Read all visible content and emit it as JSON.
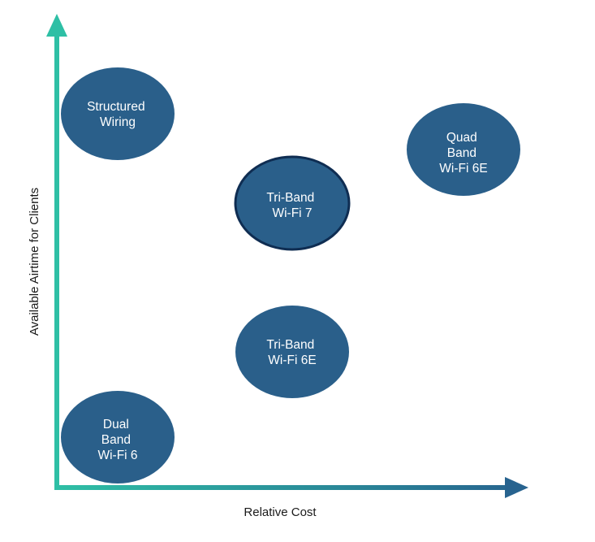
{
  "diagram": {
    "type": "positioning-matrix",
    "x_axis": {
      "label": "Relative Cost",
      "direction": "increasing-right"
    },
    "y_axis": {
      "label": "Available Airtime for Clients",
      "direction": "increasing-up"
    },
    "colors": {
      "node_fill": "#2A5F8A",
      "node_highlight_border": "#0F2D52",
      "node_text": "#FFFFFF",
      "axis_teal": "#2EBFA5",
      "axis_blue": "#27638F",
      "label_text": "#1A1A1A"
    },
    "nodes": [
      {
        "id": "structured-wiring",
        "lines": [
          "Structured",
          "Wiring"
        ],
        "relative_cost": "low",
        "airtime": "high",
        "highlighted": false
      },
      {
        "id": "quad-band-wifi-6e",
        "lines": [
          "Quad",
          "Band",
          "Wi-Fi 6E"
        ],
        "relative_cost": "high",
        "airtime": "high",
        "highlighted": false
      },
      {
        "id": "tri-band-wifi-7",
        "lines": [
          "Tri-Band",
          "Wi-Fi 7"
        ],
        "relative_cost": "medium",
        "airtime": "medium-high",
        "highlighted": true
      },
      {
        "id": "tri-band-wifi-6e",
        "lines": [
          "Tri-Band",
          "Wi-Fi 6E"
        ],
        "relative_cost": "medium",
        "airtime": "medium-low",
        "highlighted": false
      },
      {
        "id": "dual-band-wifi-6",
        "lines": [
          "Dual",
          "Band",
          "Wi-Fi 6"
        ],
        "relative_cost": "low",
        "airtime": "low",
        "highlighted": false
      }
    ]
  }
}
